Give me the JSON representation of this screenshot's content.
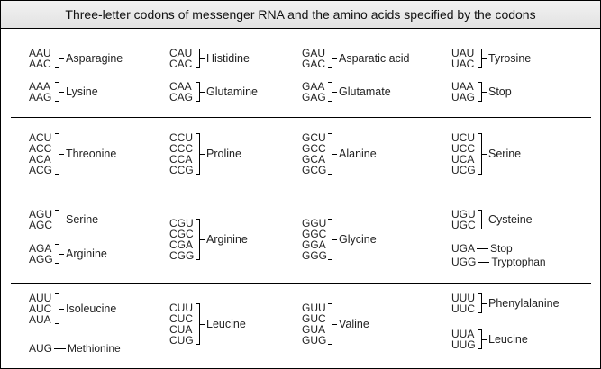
{
  "title": "Three-letter codons of messenger RNA and the amino acids specified by the codons",
  "groups": [
    {
      "codons": [
        "AAU",
        "AAC"
      ],
      "amino_acid": "Asparagine"
    },
    {
      "codons": [
        "CAU",
        "CAC"
      ],
      "amino_acid": "Histidine"
    },
    {
      "codons": [
        "GAU",
        "GAC"
      ],
      "amino_acid": "Asparatic acid"
    },
    {
      "codons": [
        "UAU",
        "UAC"
      ],
      "amino_acid": "Tyrosine"
    },
    {
      "codons": [
        "AAA",
        "AAG"
      ],
      "amino_acid": "Lysine"
    },
    {
      "codons": [
        "CAA",
        "CAG"
      ],
      "amino_acid": "Glutamine"
    },
    {
      "codons": [
        "GAA",
        "GAG"
      ],
      "amino_acid": "Glutamate"
    },
    {
      "codons": [
        "UAA",
        "UAG"
      ],
      "amino_acid": "Stop"
    },
    {
      "codons": [
        "ACU",
        "ACC",
        "ACA",
        "ACG"
      ],
      "amino_acid": "Threonine"
    },
    {
      "codons": [
        "CCU",
        "CCC",
        "CCA",
        "CCG"
      ],
      "amino_acid": "Proline"
    },
    {
      "codons": [
        "GCU",
        "GCC",
        "GCA",
        "GCG"
      ],
      "amino_acid": "Alanine"
    },
    {
      "codons": [
        "UCU",
        "UCC",
        "UCA",
        "UCG"
      ],
      "amino_acid": "Serine"
    },
    {
      "codons": [
        "AGU",
        "AGC"
      ],
      "amino_acid": "Serine"
    },
    {
      "codons": [
        "CGU",
        "CGC",
        "CGA",
        "CGG"
      ],
      "amino_acid": "Arginine"
    },
    {
      "codons": [
        "GGU",
        "GGC",
        "GGA",
        "GGG"
      ],
      "amino_acid": "Glycine"
    },
    {
      "codons": [
        "UGU",
        "UGC"
      ],
      "amino_acid": "Cysteine"
    },
    {
      "codons": [
        "AGA",
        "AGG"
      ],
      "amino_acid": "Arginine"
    },
    {
      "codons": [
        "AUU",
        "AUC",
        "AUA"
      ],
      "amino_acid": "Isoleucine"
    },
    {
      "codons": [
        "CUU",
        "CUC",
        "CUA",
        "CUG"
      ],
      "amino_acid": "Leucine"
    },
    {
      "codons": [
        "GUU",
        "GUC",
        "GUA",
        "GUG"
      ],
      "amino_acid": "Valine"
    },
    {
      "codons": [
        "UUU",
        "UUC"
      ],
      "amino_acid": "Phenylalanine"
    },
    {
      "codons": [
        "UUA",
        "UUG"
      ],
      "amino_acid": "Leucine"
    }
  ],
  "singles": [
    {
      "codon": "UGA",
      "amino_acid": "Stop"
    },
    {
      "codon": "UGG",
      "amino_acid": "Tryptophan"
    },
    {
      "codon": "AUG",
      "amino_acid": "Methionine"
    }
  ]
}
